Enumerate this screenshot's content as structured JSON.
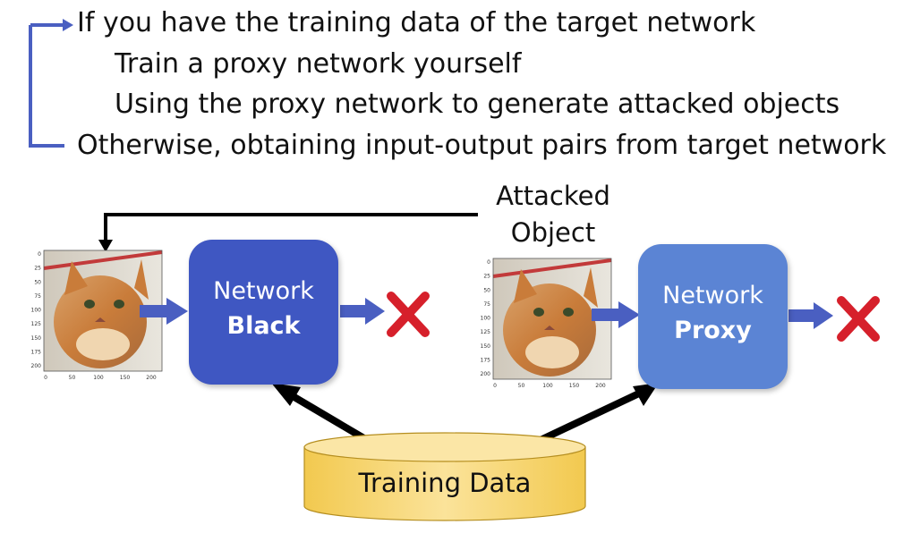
{
  "text_lines": {
    "line1": "If you have the training data of the target network",
    "line2": "Train a proxy network yourself",
    "line3": "Using the proxy network to generate attacked objects",
    "line4": "Otherwise, obtaining input-output pairs from target network"
  },
  "diagram": {
    "attacked_label_1": "Attacked",
    "attacked_label_2": "Object",
    "black_net": {
      "line1": "Network",
      "line2": "Black"
    },
    "proxy_net": {
      "line1": "Network",
      "line2": "Proxy"
    },
    "database_label": "Training Data",
    "image_y_ticks": [
      "0",
      "25",
      "50",
      "75",
      "100",
      "125",
      "150",
      "175",
      "200"
    ],
    "image_x_ticks": [
      "0",
      "50",
      "100",
      "150",
      "200"
    ]
  },
  "colors": {
    "bracket": "#4a5fc1",
    "black_net": "#3f57c2",
    "proxy_net": "#5b84d4",
    "arrow_blue": "#4a5fc1",
    "cross": "#d6202b",
    "database": "#f7d77a"
  }
}
